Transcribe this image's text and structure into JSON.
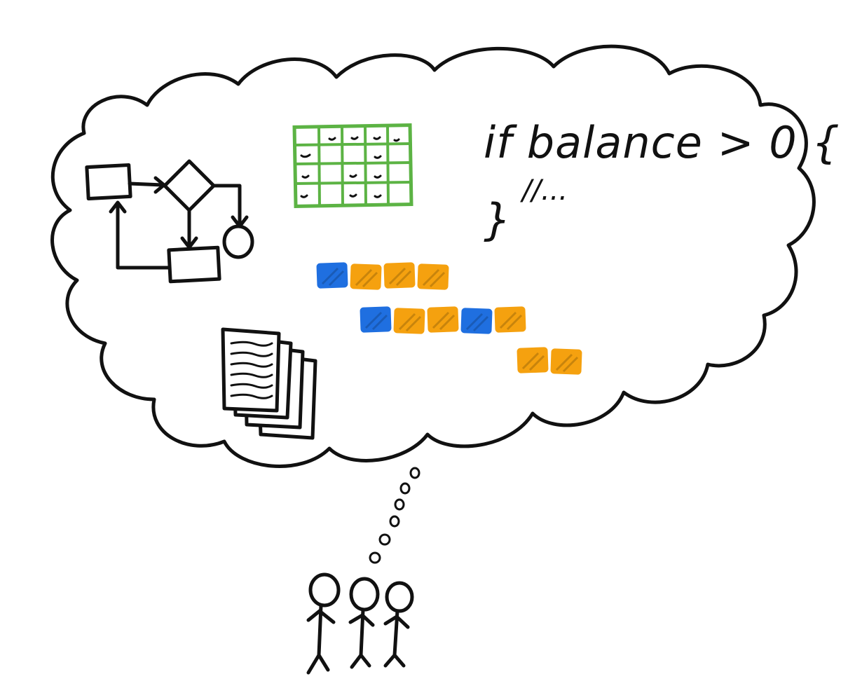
{
  "code": {
    "line1": "if balance > 0 {",
    "line2": "//...",
    "line3": "}"
  },
  "colors": {
    "ink": "#111111",
    "grid": "#5cb344",
    "blue": "#1f6fe0",
    "orange": "#f5a10f"
  },
  "blocks": {
    "rows": [
      [
        "blue",
        "orange",
        "orange",
        "orange"
      ],
      [
        "blue",
        "orange",
        "orange",
        "blue",
        "orange"
      ],
      [
        "orange",
        "orange"
      ]
    ]
  },
  "icons": [
    "thought-cloud",
    "flowchart-icon",
    "spreadsheet-grid-icon",
    "document-stack-icon",
    "stick-figure-icon"
  ]
}
